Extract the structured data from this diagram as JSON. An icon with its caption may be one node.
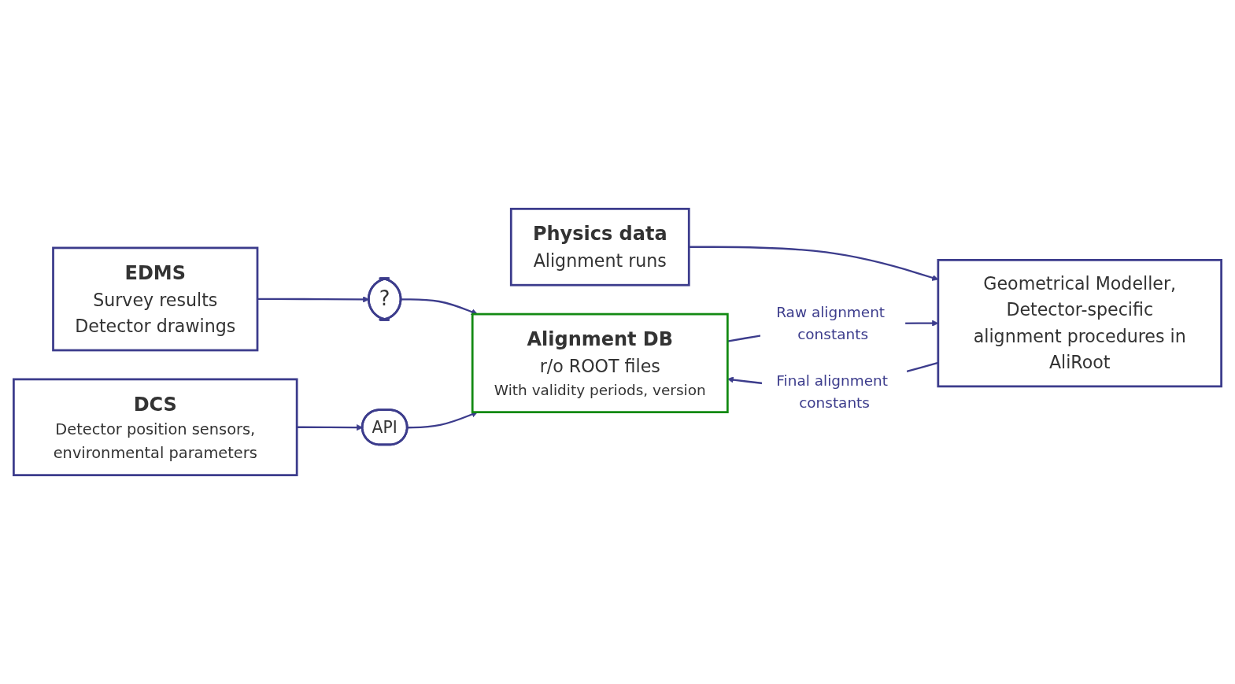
{
  "diagram": {
    "nodes": [
      {
        "text": [
          "EDMS",
          "Survey results",
          "Detector drawings"
        ]
      },
      {
        "text": [
          "DCS",
          "Detector position sensors, environmental parameters"
        ]
      },
      {
        "text": [
          "Physics data",
          "Alignment runs"
        ]
      },
      {
        "text": [
          "?"
        ]
      },
      {
        "text": [
          "API"
        ]
      },
      {
        "text": [
          "Alignment DB",
          "r/o ROOT files",
          "With validity periods, version"
        ]
      },
      {
        "text": [
          "Geometrical Modeller, Detector-specific alignment procedures in",
          "AliRoot"
        ]
      }
    ],
    "edges": [
      {
        "from": 0,
        "to": 3,
        "arrow": "to"
      },
      {
        "from": 3,
        "to": 5,
        "arrow": "to"
      },
      {
        "from": 1,
        "to": 4,
        "arrow": "to"
      },
      {
        "from": 4,
        "to": 5,
        "arrow": "to"
      },
      {
        "from": 5,
        "to": 6,
        "label": "Raw alignment constants",
        "arrow": "to"
      },
      {
        "from": 2,
        "to": 6,
        "arrow": "to"
      },
      {
        "from": 6,
        "to": 5,
        "label": "Final alignment constants",
        "arrow": "to"
      }
    ]
  }
}
